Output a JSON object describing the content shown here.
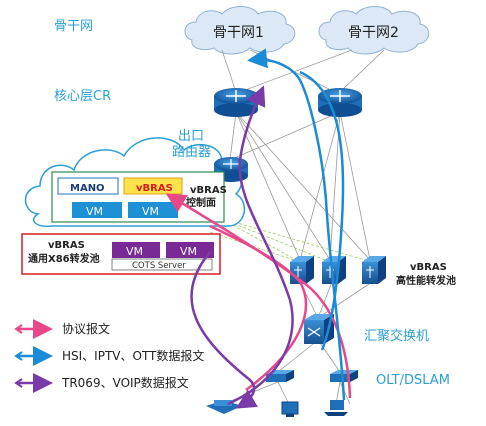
{
  "labels": {
    "backbone": "骨干网",
    "core_cr": "核心层CR",
    "egress_router": "出口\n路由器",
    "cloud1": "骨干网1",
    "cloud2": "骨干网2",
    "mano": "MANO",
    "vbras_ctrl_box": "vBRAS",
    "vbras_ctrl_plane": "vBRAS\n控制面",
    "vm": "VM",
    "vbras_x86": "vBRAS\n通用X86转发池",
    "cots_server": "COTS Server",
    "vbras_hp": "vBRAS\n高性能转发池",
    "aggregation_switch": "汇聚交换机",
    "olt_dslam": "OLT/DSLAM"
  },
  "legend": [
    {
      "label": "协议报文",
      "color": "#e8488a"
    },
    {
      "label": "HSI、IPTV、OTT数据报文",
      "color": "#1a8bd6"
    },
    {
      "label": "TR069、VOIP数据报文",
      "color": "#7a3aa8"
    }
  ],
  "colors": {
    "label_blue": "#2a9fd6",
    "cloud_fill": "#dce8f6",
    "router_blue": "#1e6fb8",
    "red_border": "#d81c24",
    "purple": "#7a3aa8",
    "pink": "#e8488a",
    "blue": "#1a8bd6"
  }
}
